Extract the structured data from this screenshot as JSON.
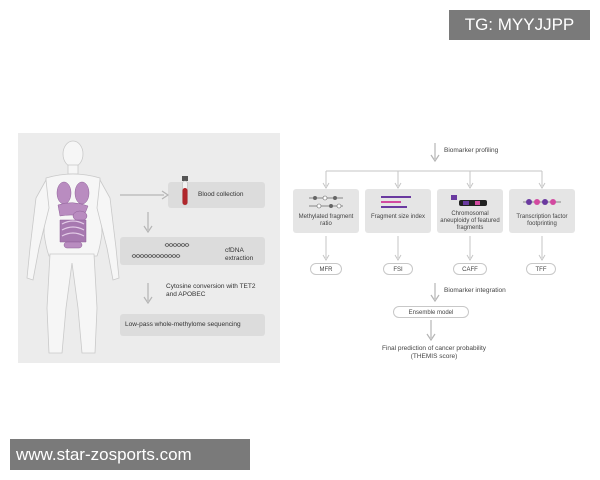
{
  "watermarks": {
    "top": "TG: MYYJJPP",
    "bottom": "www.star-zosports.com"
  },
  "left_panel": {
    "steps": [
      {
        "label": "Blood collection"
      },
      {
        "label": "cfDNA extraction"
      },
      {
        "label": "Cytosine conversion with TET2 and APOBEC"
      },
      {
        "label": "Low-pass whole-methylome sequencing"
      }
    ]
  },
  "right_panel": {
    "top_label": "Biomarker profiling",
    "biomarkers": [
      {
        "label": "Methylated fragment ratio",
        "abbr": "MFR"
      },
      {
        "label": "Fragment size index",
        "abbr": "FSI"
      },
      {
        "label": "Chromosomal aneuploidy of featured fragments",
        "abbr": "CAFF"
      },
      {
        "label": "Transcription factor footprinting",
        "abbr": "TFF"
      }
    ],
    "integration_label": "Biomarker integration",
    "model_label": "Ensemble model",
    "final_label": "Final prediction of cancer probability (THEMIS score)"
  },
  "colors": {
    "organ": "#b98cc0",
    "blood": "#b0262b",
    "fragment_purple": "#6a3aa0",
    "fragment_pink": "#d24aa0",
    "panel_bg": "#ececec"
  }
}
